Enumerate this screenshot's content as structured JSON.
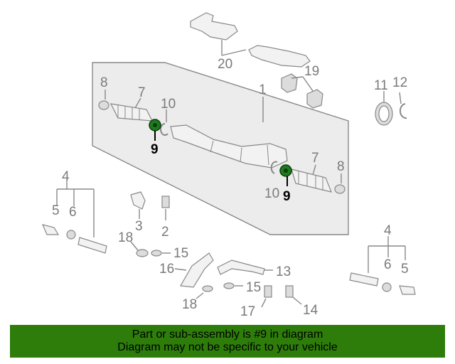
{
  "banner": {
    "line1": "Part or sub-assembly is #9 in diagram",
    "line2": "Diagram may not be specific to your vehicle"
  },
  "callouts": {
    "c1": "1",
    "c2": "2",
    "c3": "3",
    "c4_left": "4",
    "c4_right": "4",
    "c5_left": "5",
    "c5_right": "5",
    "c6_left": "6",
    "c6_right": "6",
    "c7_left": "7",
    "c7_right": "7",
    "c8_left": "8",
    "c8_right": "8",
    "c9_left": "9",
    "c9_right": "9",
    "c10_left": "10",
    "c10_right": "10",
    "c11": "11",
    "c12": "12",
    "c13": "13",
    "c14": "14",
    "c15_top": "15",
    "c15_bottom": "15",
    "c16": "16",
    "c17": "17",
    "c18_top": "18",
    "c18_bottom": "18",
    "c19": "19",
    "c20": "20"
  },
  "colors": {
    "highlight_part": "#1f7a1f",
    "banner_bg": "#2e7d0a",
    "line_gray": "#888888"
  }
}
